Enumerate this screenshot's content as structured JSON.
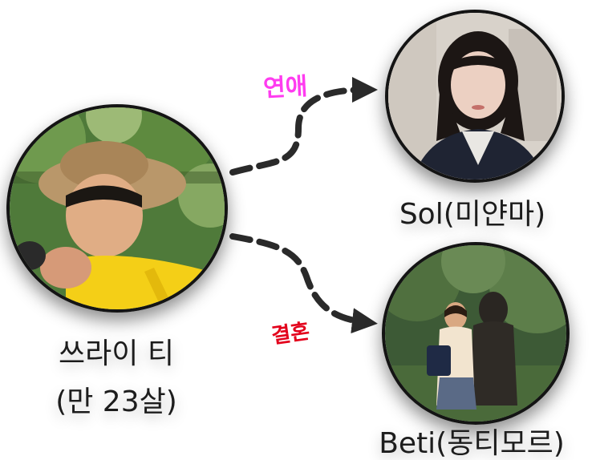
{
  "people": {
    "main": {
      "name": "쓰라이 티",
      "age": "(만 23살)"
    },
    "top": {
      "name": "Sol(미얀마)"
    },
    "bottom": {
      "name": "Beti(동티모르)"
    }
  },
  "relations": {
    "dating": {
      "label": "연애",
      "color": "#ff3cf0"
    },
    "marriage": {
      "label": "결혼",
      "color": "#e3001b"
    }
  },
  "icons": {
    "arrow": "dashed-curved-arrow"
  }
}
